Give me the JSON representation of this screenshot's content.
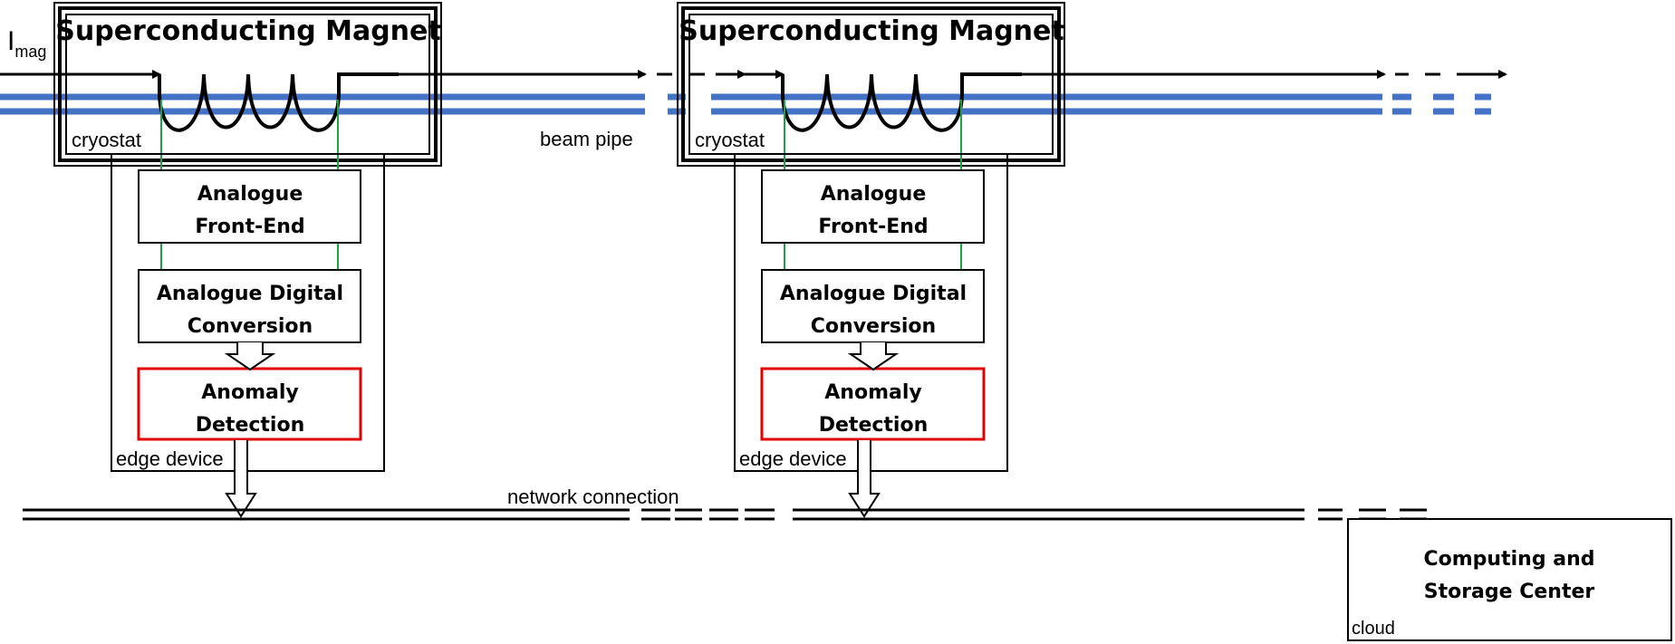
{
  "colors": {
    "beam_pipe": "#4472c4",
    "signal_wire": "#1aa34a",
    "anomaly_border": "#e00000",
    "line": "#000000"
  },
  "current_label": {
    "main": "I",
    "subscript": "mag"
  },
  "beam_pipe_label": "beam pipe",
  "network_label": "network connection",
  "modules": [
    {
      "magnet_title": "Superconducting Magnet",
      "cryostat_label": "cryostat",
      "edge_device_label": "edge device",
      "blocks": {
        "front_end": [
          "Analogue",
          "Front-End"
        ],
        "adc": [
          "Analogue Digital",
          "Conversion"
        ],
        "anomaly": [
          "Anomaly",
          "Detection"
        ]
      }
    },
    {
      "magnet_title": "Superconducting Magnet",
      "cryostat_label": "cryostat",
      "edge_device_label": "edge device",
      "blocks": {
        "front_end": [
          "Analogue",
          "Front-End"
        ],
        "adc": [
          "Analogue Digital",
          "Conversion"
        ],
        "anomaly": [
          "Anomaly",
          "Detection"
        ]
      }
    }
  ],
  "cloud": {
    "title": [
      "Computing and",
      "Storage Center"
    ],
    "label": "cloud"
  }
}
